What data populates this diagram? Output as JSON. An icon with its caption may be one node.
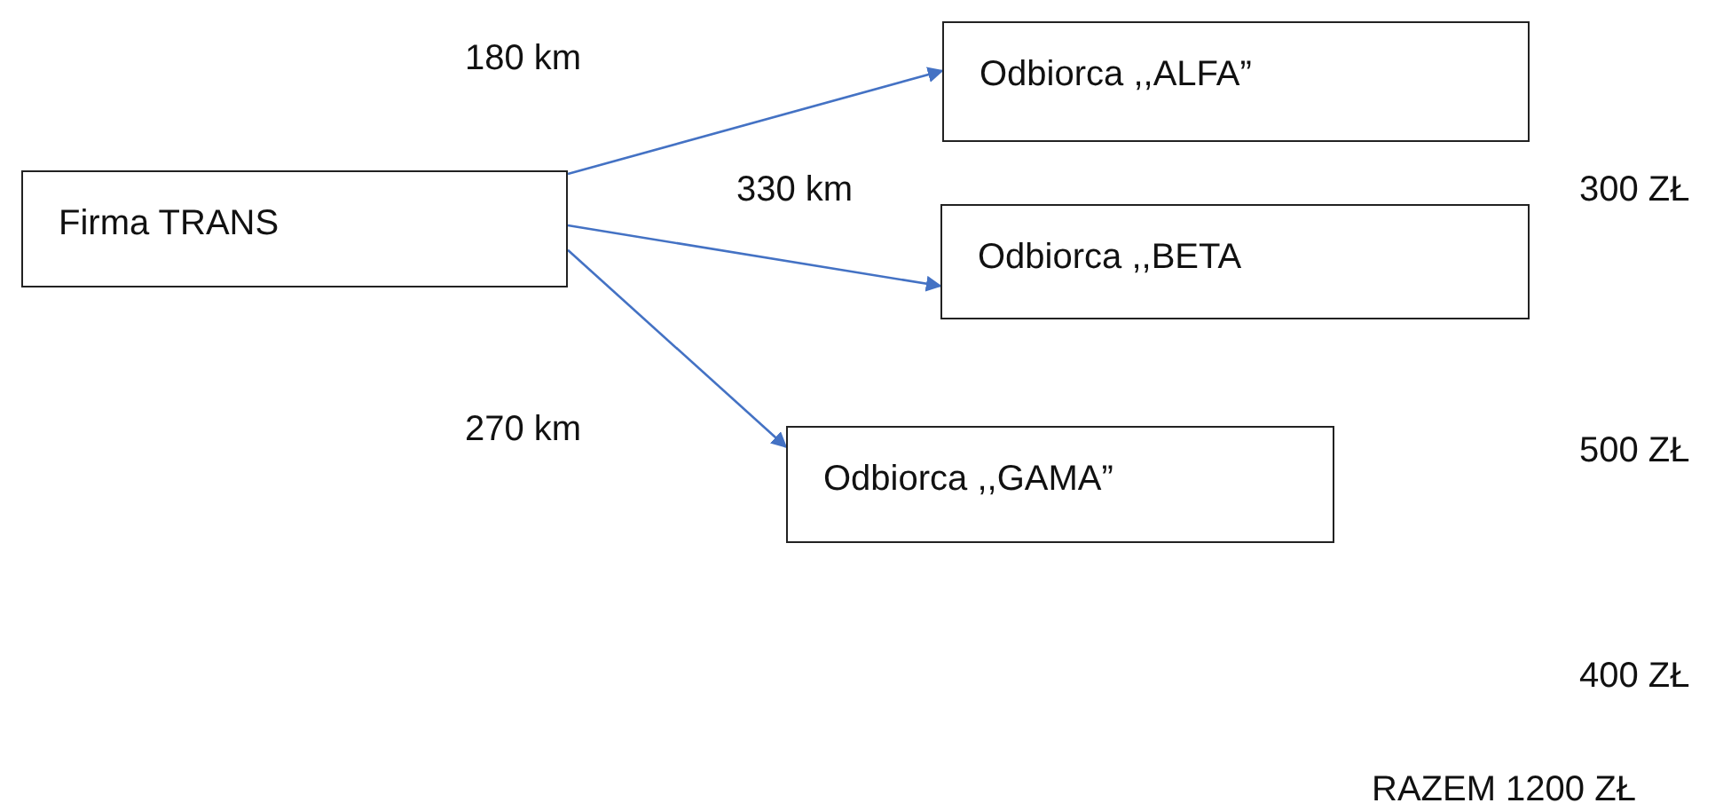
{
  "diagram": {
    "nodes": [
      {
        "text": [
          "Firma TRANS"
        ]
      },
      {
        "text": [
          "Odbiorca ,,ALFA”"
        ]
      },
      {
        "text": [
          "Odbiorca ,,BETA"
        ]
      },
      {
        "text": [
          "Odbiorca ,,GAMA”"
        ]
      }
    ],
    "edges": [
      {
        "from": 0,
        "to": 1,
        "arrow": "to",
        "label": "180 km"
      },
      {
        "from": 0,
        "to": 2,
        "arrow": "to",
        "label": "330 km"
      },
      {
        "from": 0,
        "to": 3,
        "arrow": "to",
        "label": "270 km"
      }
    ],
    "labels": [
      "300 ZŁ",
      "500 ZŁ",
      "400 ZŁ",
      "RAZEM 1200 ZŁ"
    ]
  }
}
